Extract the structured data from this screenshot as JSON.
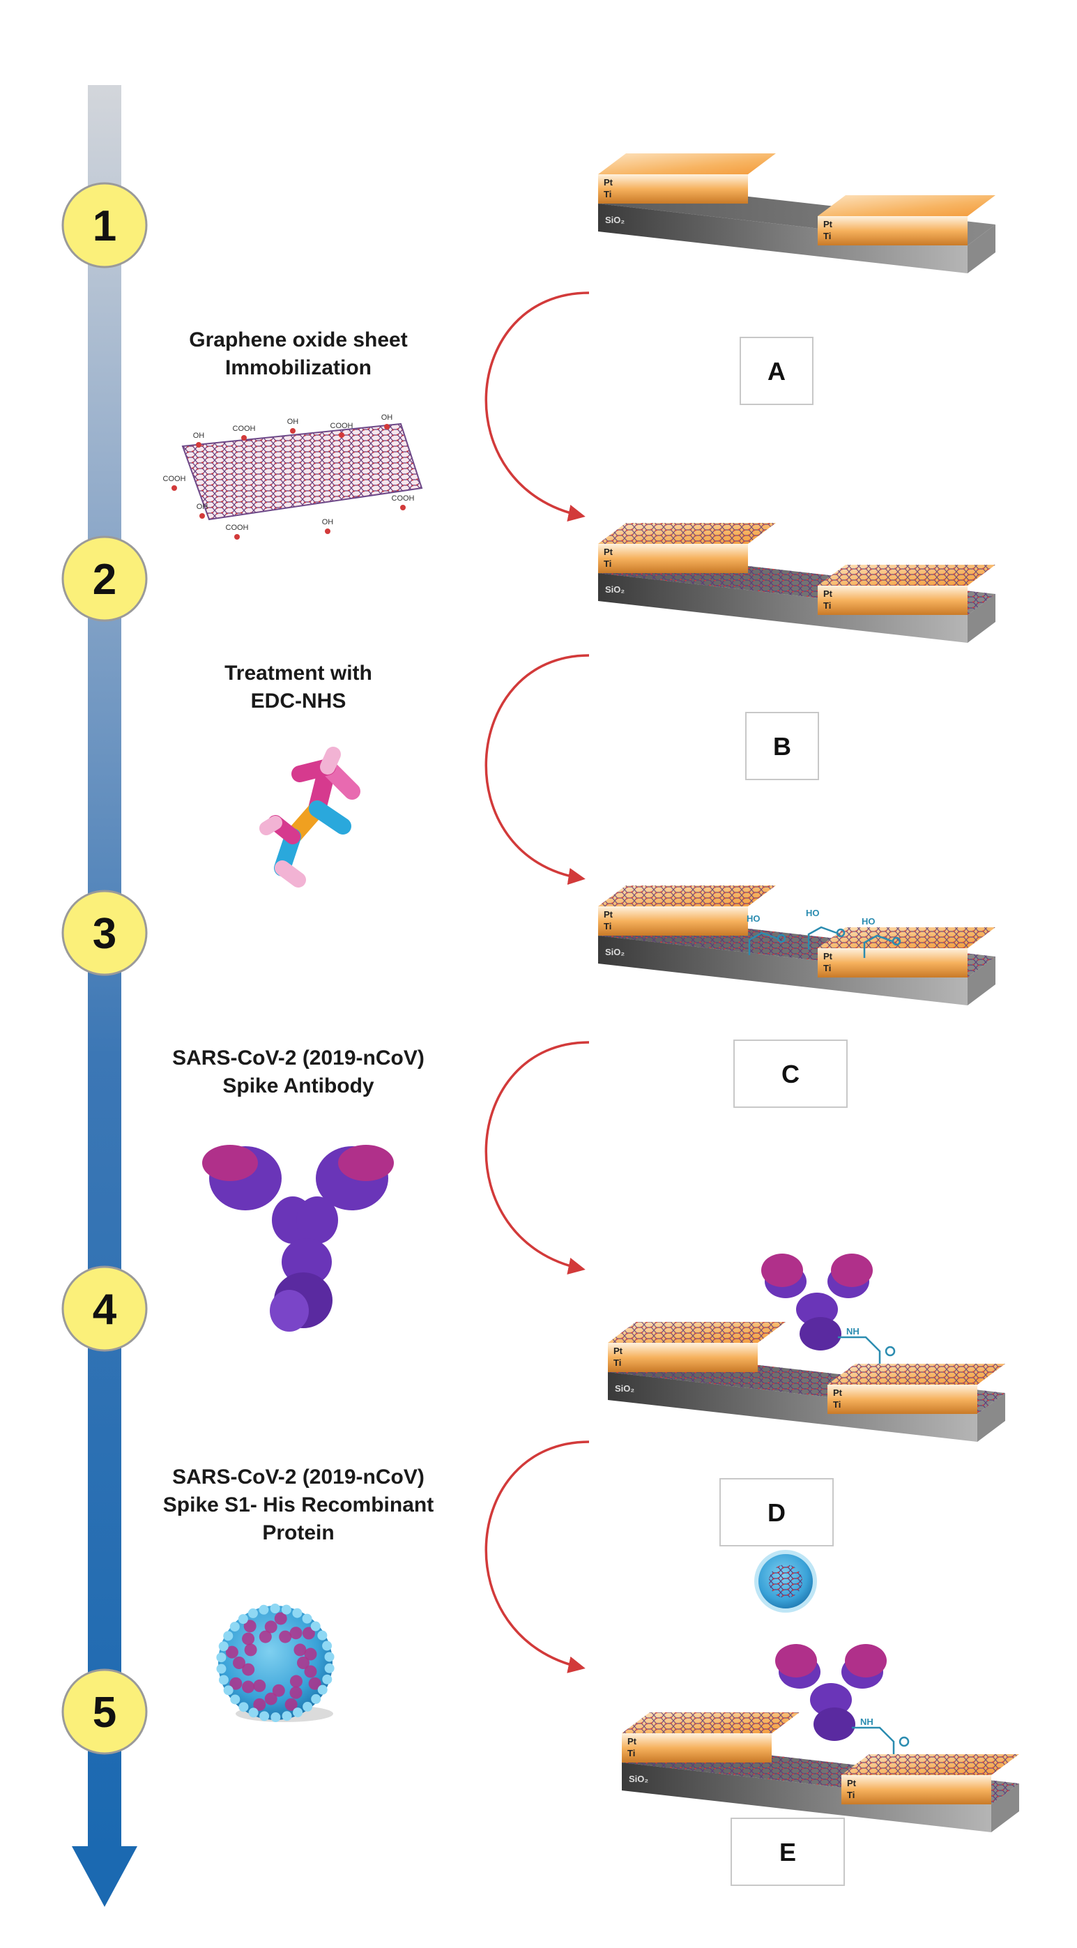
{
  "steps": [
    {
      "number": "1"
    },
    {
      "number": "2"
    },
    {
      "number": "3"
    },
    {
      "number": "4"
    },
    {
      "number": "5"
    }
  ],
  "reagents": [
    {
      "title_lines": [
        "Graphene oxide sheet",
        "Immobilization"
      ],
      "icon": "graphene-oxide-sheet"
    },
    {
      "title_lines": [
        "Treatment with",
        "EDC-NHS"
      ],
      "icon": "edc-nhs-molecule"
    },
    {
      "title_lines": [
        "SARS-CoV-2 (2019-nCoV)",
        "Spike Antibody"
      ],
      "icon": "antibody"
    },
    {
      "title_lines": [
        "SARS-CoV-2 (2019-nCoV)",
        "Spike S1- His Recombinant",
        "Protein"
      ],
      "icon": "virus-particle"
    }
  ],
  "box_labels": [
    "A",
    "B",
    "C",
    "D",
    "E"
  ],
  "device": {
    "electrode_top_label": "Pt",
    "electrode_bottom_label": "Ti",
    "substrate_labels": [
      "SiO₂",
      "SiO₂",
      "SiO₂",
      "SiO₂",
      "SiO₂"
    ]
  },
  "graphene_groups": [
    "OH",
    "COOH",
    "OH",
    "COOH",
    "OH",
    "COOH",
    "OH",
    "COOH",
    "OH",
    "COOH"
  ],
  "chem_labels": {
    "hydroxyl": "HO",
    "amide": "NH"
  },
  "colors": {
    "timeline_top": "#d0d4da",
    "timeline_bottom": "#1f6cb3",
    "step_circle": "#fbf07a",
    "arrow": "#d23a3a",
    "electrode": "#f6a54a",
    "substrate": "#6c6c6c",
    "antibody": "#6a35b8",
    "antibody_tip": "#b0308a"
  }
}
